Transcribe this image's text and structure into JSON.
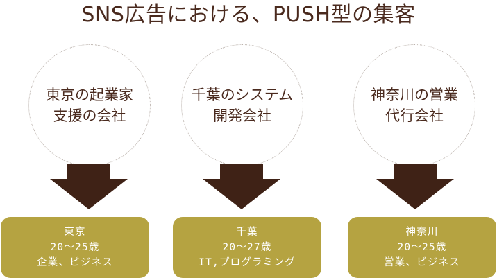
{
  "title": "SNS広告における、PUSH型の集客",
  "columns": [
    {
      "circle": [
        "東京の起業家",
        "支援の会社"
      ],
      "box": [
        "東京",
        "20〜25歳",
        "企業、ビジネス"
      ]
    },
    {
      "circle": [
        "千葉のシステム",
        "開発会社"
      ],
      "box": [
        "千葉",
        "20〜27歳",
        "IT,プログラミング"
      ]
    },
    {
      "circle": [
        "神奈川の営業",
        "代行会社"
      ],
      "box": [
        "神奈川",
        "20〜25歳",
        "営業、ビジネス"
      ]
    }
  ],
  "colors": {
    "text": "#4a2a1e",
    "box": "#b5a341",
    "arrow": "#3f2216"
  }
}
